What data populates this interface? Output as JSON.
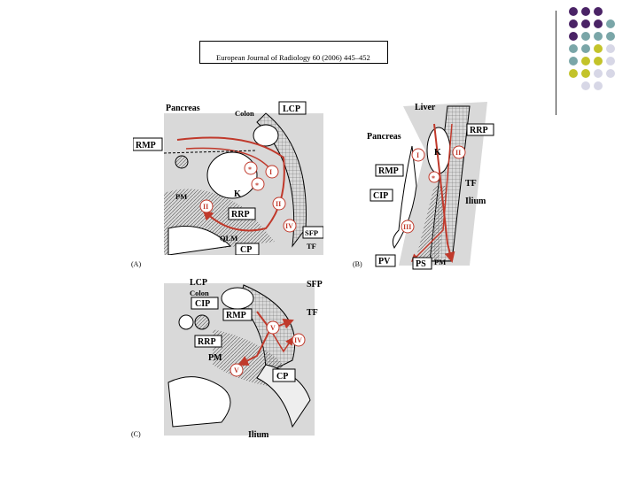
{
  "citation": "European Journal of Radiology 60 (2006) 445–452",
  "panels": {
    "a": {
      "caption": "(A)",
      "labels": {
        "pancreas": "Pancreas",
        "colon": "Colon",
        "lcp": "LCP",
        "rmp": "RMP",
        "pm": "PM",
        "k": "K",
        "rrp": "RRP",
        "qlm": "QLM",
        "cp": "CP",
        "sfp": "SFP",
        "tf": "TF"
      },
      "numerals": [
        "I",
        "II",
        "II",
        "IV"
      ],
      "asterisks": [
        "*",
        "*"
      ]
    },
    "b": {
      "caption": "(B)",
      "labels": {
        "liver": "Liver",
        "rrp": "RRP",
        "pancreas": "Pancreas",
        "k": "K",
        "rmp": "RMP",
        "cip": "CIP",
        "tf": "TF",
        "ilium": "Ilium",
        "pv": "PV",
        "ps": "PS",
        "pm": "PM"
      },
      "numerals": [
        "I",
        "II",
        "III"
      ],
      "asterisks": [
        "*"
      ]
    },
    "c": {
      "caption": "(C)",
      "labels": {
        "lcp": "LCP",
        "colon": "Colon",
        "sfp": "SFP",
        "cip": "CIP",
        "rmp": "RMP",
        "tf": "TF",
        "rrp": "RRP",
        "pm": "PM",
        "cp": "CP",
        "ilium": "Ilium"
      },
      "numerals": [
        "V",
        "IV",
        "V"
      ]
    }
  },
  "colors": {
    "purple": "#4a2366",
    "teal": "#7aa6a8",
    "olive": "#c3c32a",
    "lavender": "#d7d7e6",
    "arrow_red": "#c0392b"
  }
}
